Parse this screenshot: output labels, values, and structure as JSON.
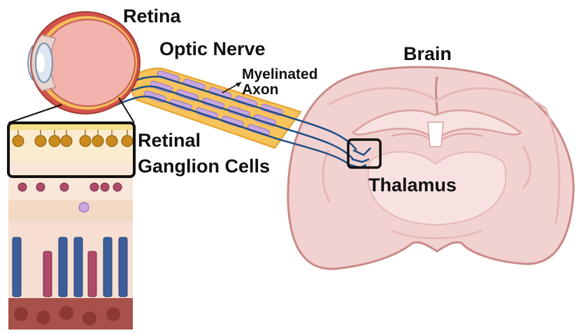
{
  "labels": {
    "retina": "Retina",
    "optic_nerve": "Optic Nerve",
    "myelinated_axon_line1": "Myelinated",
    "myelinated_axon_line2": "Axon",
    "brain": "Brain",
    "retinal_ganglion_cells_line1": "Retinal",
    "retinal_ganglion_cells_line2": "Ganglion Cells",
    "thalamus": "Thalamus"
  },
  "colors": {
    "brain_fill": "#f2d2d1",
    "brain_outline": "#c98a87",
    "brain_inner": "#f7e2e1",
    "eye_fill": "#f2b3ac",
    "eye_outline": "#c45e55",
    "nerve_fill": "#f7c35b",
    "nerve_outline": "#e5a12c",
    "myelin": "#c7a6e0",
    "axon": "#1f4e85",
    "rod": "#3c5f9c",
    "cone": "#b04a6a",
    "ganglion": "#c98a1e",
    "highlight_box": "#111111"
  }
}
